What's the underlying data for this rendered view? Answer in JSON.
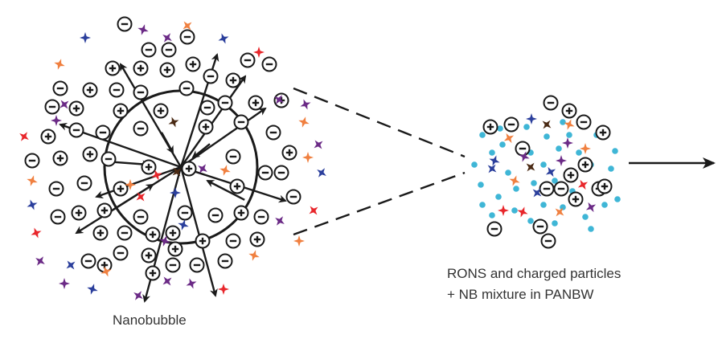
{
  "labels": {
    "nanobubble": "Nanobubble",
    "mixture_line1": "RONS and charged particles",
    "mixture_line2": "+ NB mixture in PANBW"
  },
  "symbols": {
    "plus": "+",
    "minus": "−"
  },
  "colors": {
    "red": "#e8262b",
    "blue": "#2b3f9c",
    "purple": "#6b2a86",
    "orange": "#f08040",
    "brown": "#4a2a14",
    "cyan": "#3fb6d6",
    "ink": "#1a1a1a"
  },
  "icons": [
    "ron-species-star-icon",
    "positive-charge-icon",
    "negative-charge-icon",
    "nanoparticle-dot-icon",
    "arrow-icon"
  ]
}
